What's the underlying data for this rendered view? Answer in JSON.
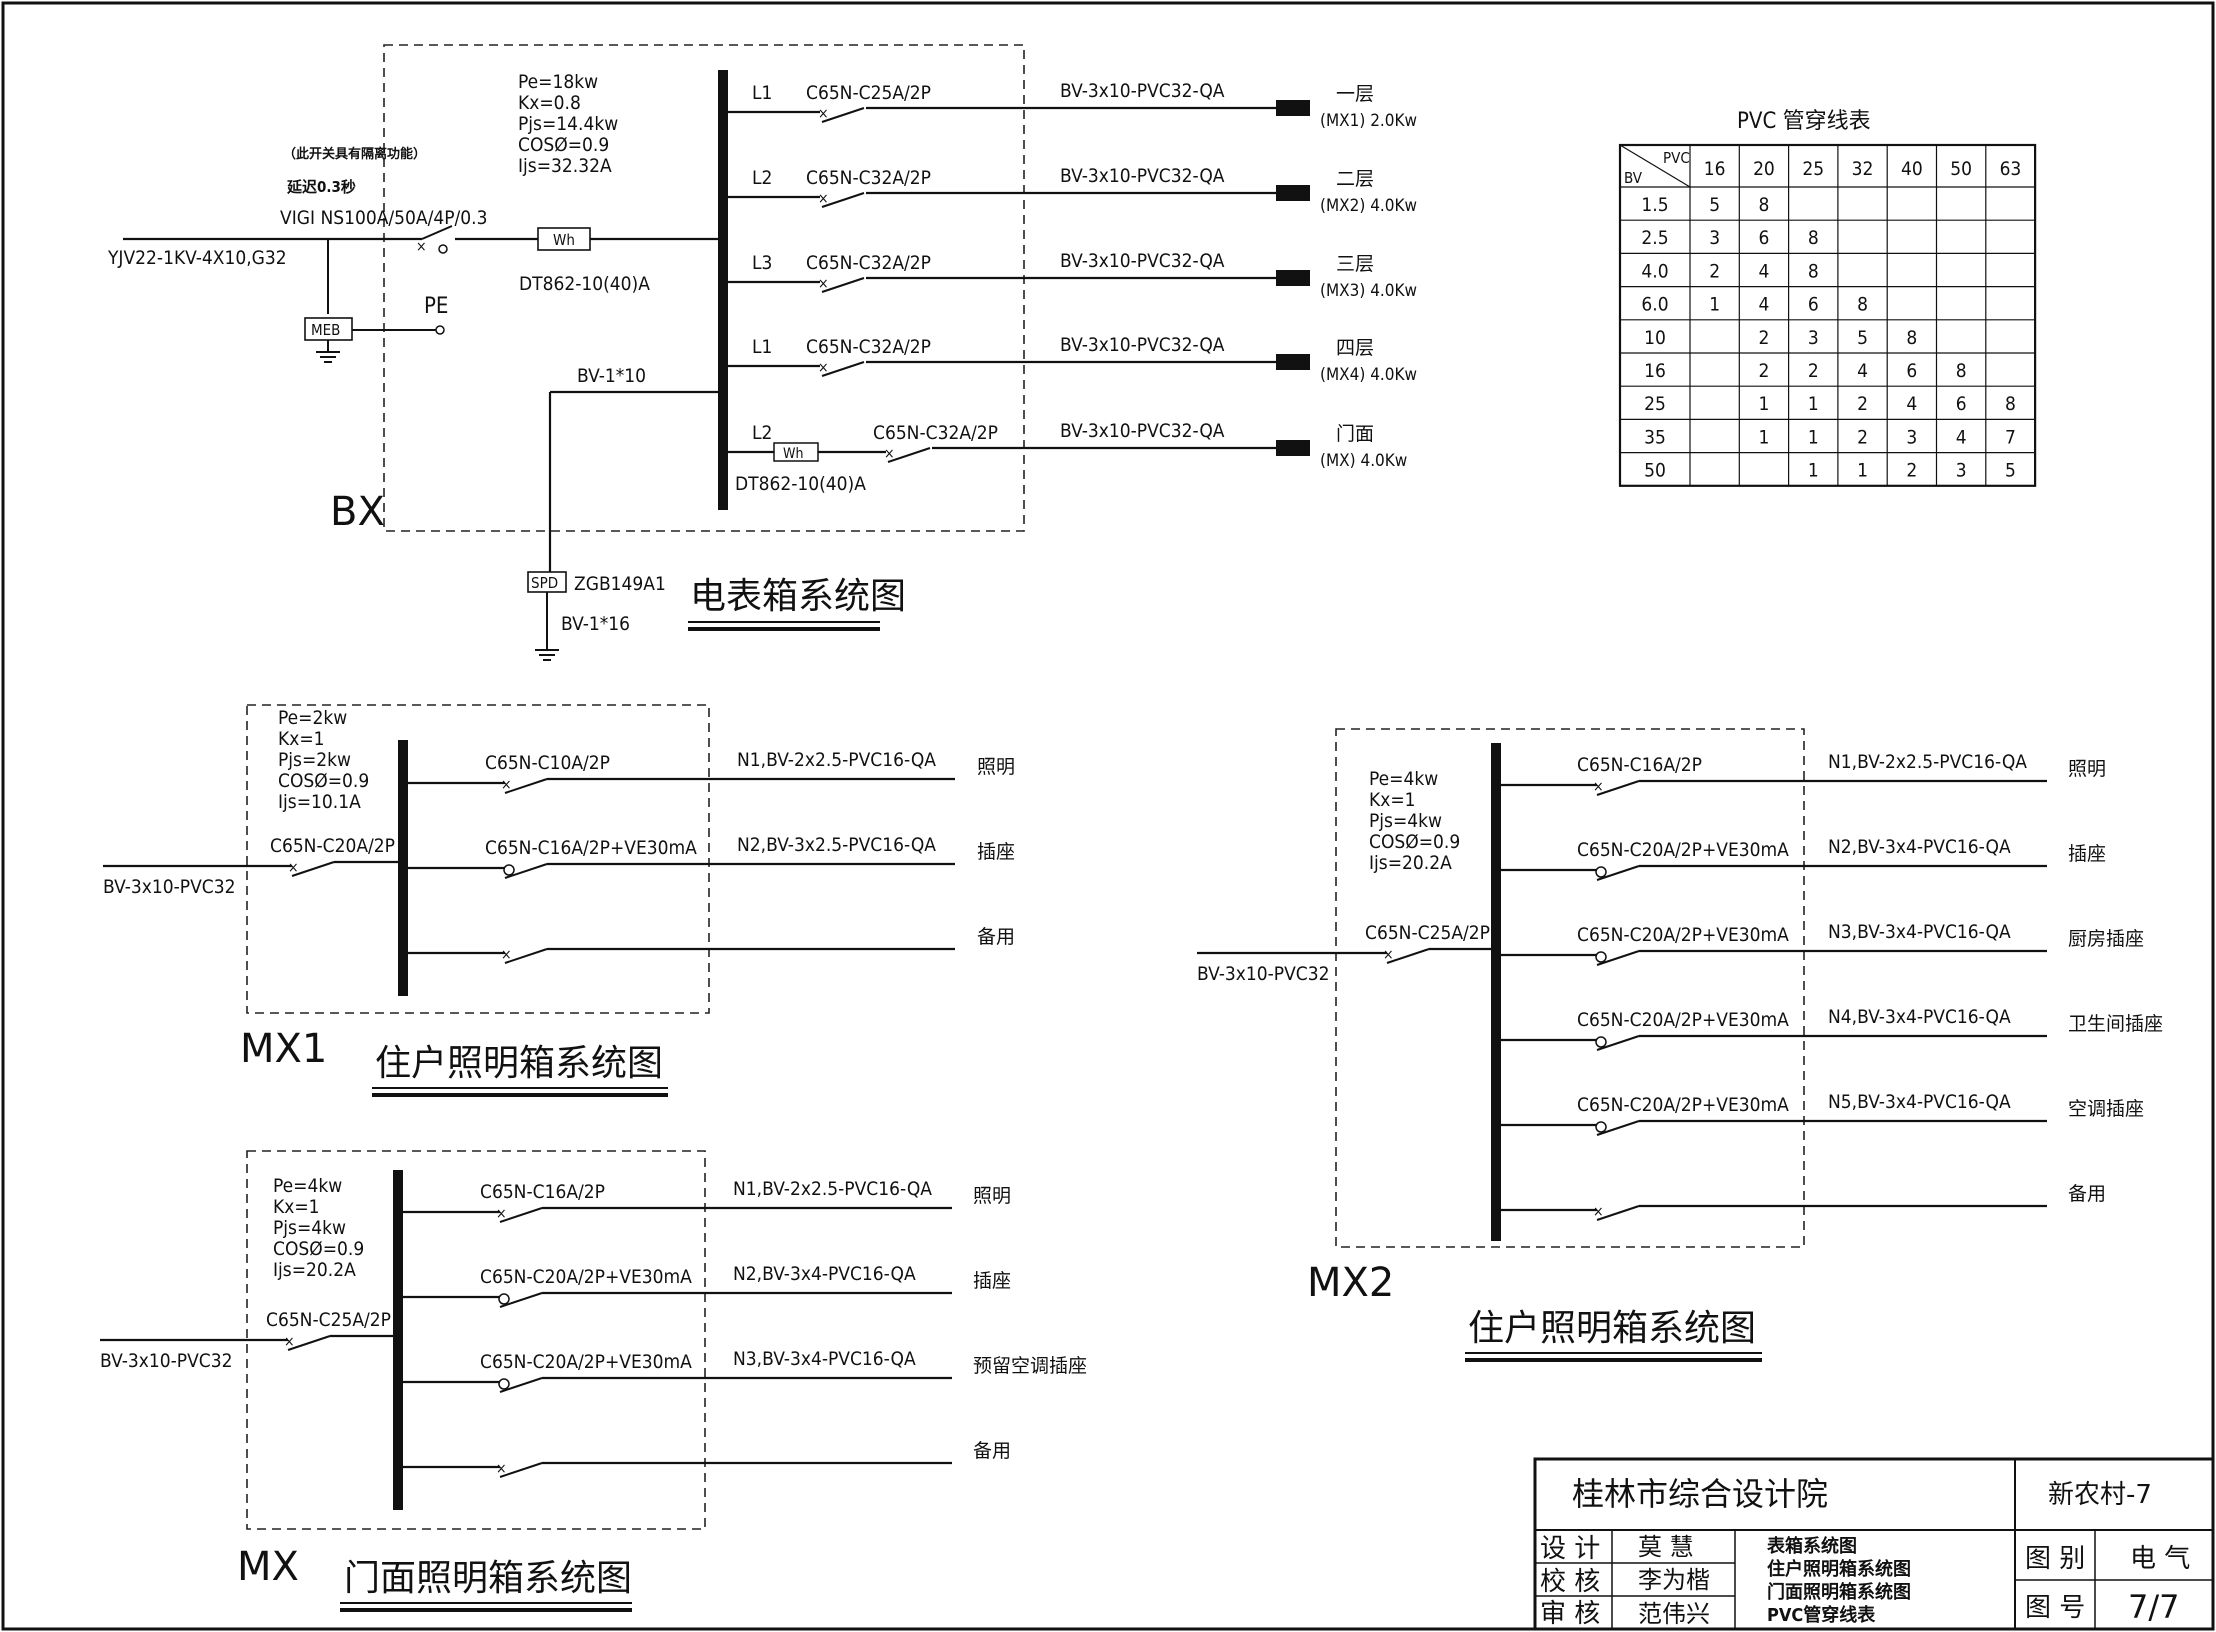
{
  "bx": {
    "label": "BX",
    "title": "电表箱系统图",
    "params": [
      "Pe=18kw",
      "Kx=0.8",
      "Pjs=14.4kw",
      "COSØ=0.9",
      "Ijs=32.32A"
    ],
    "note_small": "（此开关具有隔离功能）",
    "delay": "延迟0.3秒",
    "main_breaker": "VIGI NS100A/50A/4P/0.3",
    "incoming_cable": "YJV22-1KV-4X10,G32",
    "meter_symbol": "Wh",
    "meter_model": "DT862-10(40)A",
    "meb": "MEB",
    "pe": "PE",
    "ground_cable": "BV-1*10",
    "spd": "SPD",
    "spd_model": "ZGB149A1",
    "spd_cable": "BV-1*16",
    "circuits": [
      {
        "phase": "L1",
        "breaker": "C65N-C25A/2P",
        "cable": "BV-3x10-PVC32-QA",
        "dest": "一层",
        "dest_sub": "(MX1) 2.0Kw"
      },
      {
        "phase": "L2",
        "breaker": "C65N-C32A/2P",
        "cable": "BV-3x10-PVC32-QA",
        "dest": "二层",
        "dest_sub": "(MX2) 4.0Kw"
      },
      {
        "phase": "L3",
        "breaker": "C65N-C32A/2P",
        "cable": "BV-3x10-PVC32-QA",
        "dest": "三层",
        "dest_sub": "(MX3) 4.0Kw"
      },
      {
        "phase": "L1",
        "breaker": "C65N-C32A/2P",
        "cable": "BV-3x10-PVC32-QA",
        "dest": "四层",
        "dest_sub": "(MX4) 4.0Kw"
      },
      {
        "phase": "L2",
        "breaker": "C65N-C32A/2P",
        "cable": "BV-3x10-PVC32-QA",
        "dest": "门面",
        "dest_sub": "(MX) 4.0Kw",
        "meter": "Wh",
        "meter_model": "DT862-10(40)A"
      }
    ]
  },
  "pvc_table": {
    "title": "PVC 管穿线表",
    "corner_top": "PVC",
    "corner_bottom": "BV",
    "columns": [
      "16",
      "20",
      "25",
      "32",
      "40",
      "50",
      "63"
    ],
    "rows": [
      {
        "bv": "1.5",
        "cells": [
          "5",
          "8",
          "",
          "",
          "",
          "",
          ""
        ]
      },
      {
        "bv": "2.5",
        "cells": [
          "3",
          "6",
          "8",
          "",
          "",
          "",
          ""
        ]
      },
      {
        "bv": "4.0",
        "cells": [
          "2",
          "4",
          "8",
          "",
          "",
          "",
          ""
        ]
      },
      {
        "bv": "6.0",
        "cells": [
          "1",
          "4",
          "6",
          "8",
          "",
          "",
          ""
        ]
      },
      {
        "bv": "10",
        "cells": [
          "",
          "2",
          "3",
          "5",
          "8",
          "",
          ""
        ]
      },
      {
        "bv": "16",
        "cells": [
          "",
          "2",
          "2",
          "4",
          "6",
          "8",
          ""
        ]
      },
      {
        "bv": "25",
        "cells": [
          "",
          "1",
          "1",
          "2",
          "4",
          "6",
          "8"
        ]
      },
      {
        "bv": "35",
        "cells": [
          "",
          "1",
          "1",
          "2",
          "3",
          "4",
          "7"
        ]
      },
      {
        "bv": "50",
        "cells": [
          "",
          "",
          "1",
          "1",
          "2",
          "3",
          "5"
        ]
      }
    ]
  },
  "mx1": {
    "label": "MX1",
    "title": "住户照明箱系统图",
    "params": [
      "Pe=2kw",
      "Kx=1",
      "Pjs=2kw",
      "COSØ=0.9",
      "Ijs=10.1A"
    ],
    "incoming_cable": "BV-3x10-PVC32",
    "main_breaker": "C65N-C20A/2P",
    "circuits": [
      {
        "breaker": "C65N-C10A/2P",
        "cable": "N1,BV-2x2.5-PVC16-QA",
        "dest": "照明"
      },
      {
        "breaker": "C65N-C16A/2P+VE30mA",
        "cable": "N2,BV-3x2.5-PVC16-QA",
        "dest": "插座"
      },
      {
        "breaker": "",
        "cable": "",
        "dest": "备用"
      }
    ]
  },
  "mx": {
    "label": "MX",
    "title": "门面照明箱系统图",
    "params": [
      "Pe=4kw",
      "Kx=1",
      "Pjs=4kw",
      "COSØ=0.9",
      "Ijs=20.2A"
    ],
    "incoming_cable": "BV-3x10-PVC32",
    "main_breaker": "C65N-C25A/2P",
    "circuits": [
      {
        "breaker": "C65N-C16A/2P",
        "cable": "N1,BV-2x2.5-PVC16-QA",
        "dest": "照明"
      },
      {
        "breaker": "C65N-C20A/2P+VE30mA",
        "cable": "N2,BV-3x4-PVC16-QA",
        "dest": "插座"
      },
      {
        "breaker": "C65N-C20A/2P+VE30mA",
        "cable": "N3,BV-3x4-PVC16-QA",
        "dest": "预留空调插座"
      },
      {
        "breaker": "",
        "cable": "",
        "dest": "备用"
      }
    ]
  },
  "mx2": {
    "label": "MX2",
    "title": "住户照明箱系统图",
    "params": [
      "Pe=4kw",
      "Kx=1",
      "Pjs=4kw",
      "COSØ=0.9",
      "Ijs=20.2A"
    ],
    "incoming_cable": "BV-3x10-PVC32",
    "main_breaker": "C65N-C25A/2P",
    "circuits": [
      {
        "breaker": "C65N-C16A/2P",
        "cable": "N1,BV-2x2.5-PVC16-QA",
        "dest": "照明"
      },
      {
        "breaker": "C65N-C20A/2P+VE30mA",
        "cable": "N2,BV-3x4-PVC16-QA",
        "dest": "插座"
      },
      {
        "breaker": "C65N-C20A/2P+VE30mA",
        "cable": "N3,BV-3x4-PVC16-QA",
        "dest": "厨房插座"
      },
      {
        "breaker": "C65N-C20A/2P+VE30mA",
        "cable": "N4,BV-3x4-PVC16-QA",
        "dest": "卫生间插座"
      },
      {
        "breaker": "C65N-C20A/2P+VE30mA",
        "cable": "N5,BV-3x4-PVC16-QA",
        "dest": "空调插座"
      },
      {
        "breaker": "",
        "cable": "",
        "dest": "备用"
      }
    ]
  },
  "title_block": {
    "institute": "桂林市综合设计院",
    "project": "新农村-7",
    "rows": [
      {
        "role": "设 计",
        "name": "莫 慧"
      },
      {
        "role": "校 核",
        "name": "李为楷"
      },
      {
        "role": "审 核",
        "name": "范伟兴"
      }
    ],
    "contents": [
      "表箱系统图",
      "住户照明箱系统图",
      "门面照明箱系统图",
      "PVC管穿线表"
    ],
    "category_label": "图 别",
    "category_value": "电 气",
    "number_label": "图 号",
    "number_value": "7/7"
  }
}
